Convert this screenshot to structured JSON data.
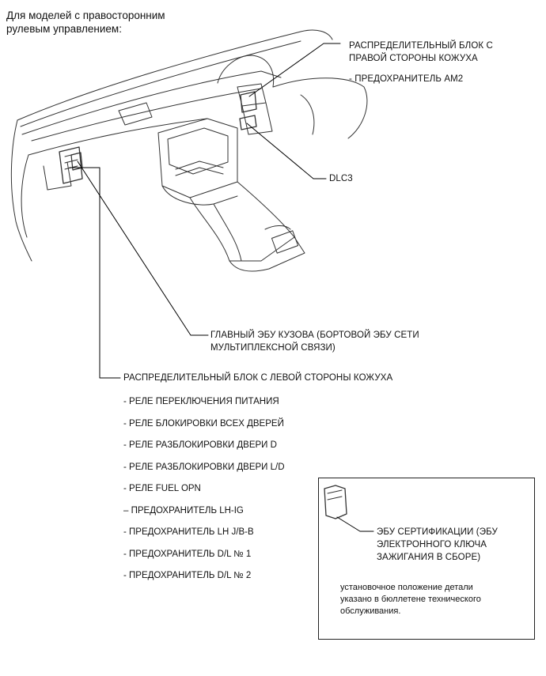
{
  "heading": {
    "line1": "Для моделей с правосторонним",
    "line2": "рулевым управлением:"
  },
  "callouts": {
    "right_block": {
      "line1": "РАСПРЕДЕЛИТЕЛЬНЫЙ БЛОК С",
      "line2": "ПРАВОЙ СТОРОНЫ КОЖУХА",
      "item": "- ПРЕДОХРАНИТЕЛЬ AM2"
    },
    "dlc3": "DLC3",
    "main_ecu": {
      "line1": "ГЛАВНЫЙ ЭБУ КУЗОВА (БОРТОВОЙ ЭБУ СЕТИ",
      "line2": "МУЛЬТИПЛЕКСНОЙ СВЯЗИ)"
    },
    "left_block": {
      "title": "РАСПРЕДЕЛИТЕЛЬНЫЙ БЛОК С ЛЕВОЙ СТОРОНЫ КОЖУХА",
      "items": [
        "- РЕЛЕ ПЕРЕКЛЮЧЕНИЯ ПИТАНИЯ",
        "- РЕЛЕ БЛОКИРОВКИ ВСЕХ ДВЕРЕЙ",
        "- РЕЛЕ РАЗБЛОКИРОВКИ ДВЕРИ D",
        "- РЕЛЕ РАЗБЛОКИРОВКИ ДВЕРИ L/D",
        "- РЕЛЕ FUEL OPN",
        "– ПРЕДОХРАНИТЕЛЬ LH-IG",
        "- ПРЕДОХРАНИТЕЛЬ LH J/B-B",
        "- ПРЕДОХРАНИТЕЛЬ D/L № 1",
        "- ПРЕДОХРАНИТЕЛЬ D/L № 2"
      ]
    }
  },
  "inset": {
    "ecu": {
      "line1": "ЭБУ СЕРТИФИКАЦИИ (ЭБУ",
      "line2": "ЭЛЕКТРОННОГО КЛЮЧА",
      "line3": "ЗАЖИГАНИЯ В СБОРЕ)"
    },
    "note": {
      "line1": "установочное положение детали",
      "line2": "указано в бюллетене технического",
      "line3": "обслуживания."
    }
  }
}
